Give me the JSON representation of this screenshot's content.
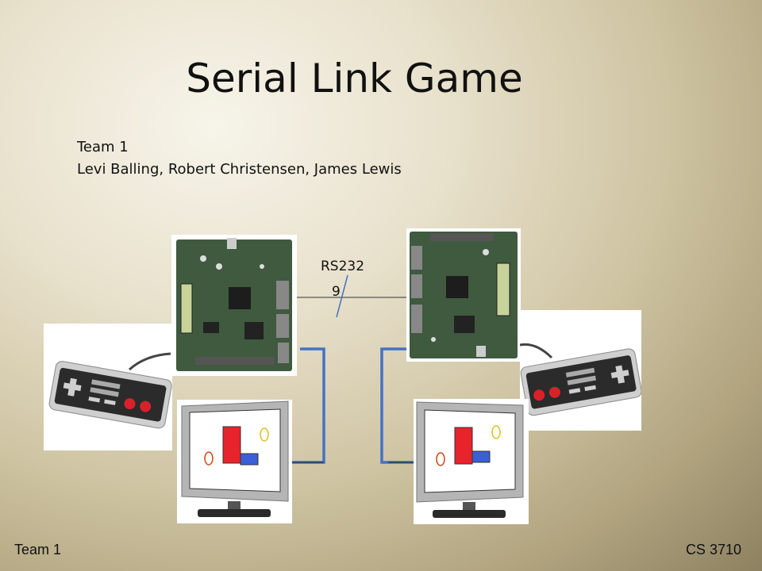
{
  "slide": {
    "title": "Serial Link Game",
    "team_name": "Team 1",
    "team_members": "Levi Balling, Robert Christensen, James Lewis"
  },
  "diagram": {
    "link_label": "RS232",
    "pin_count_label": "9"
  },
  "footer": {
    "left": "Team 1",
    "right": "CS 3710"
  },
  "colors": {
    "cable_blue": "#4472c4",
    "board_green": "#3f5a3f",
    "controller_red": "#d9212a"
  },
  "icons": [
    "fpga-board-icon",
    "nes-controller-icon",
    "monitor-icon"
  ]
}
